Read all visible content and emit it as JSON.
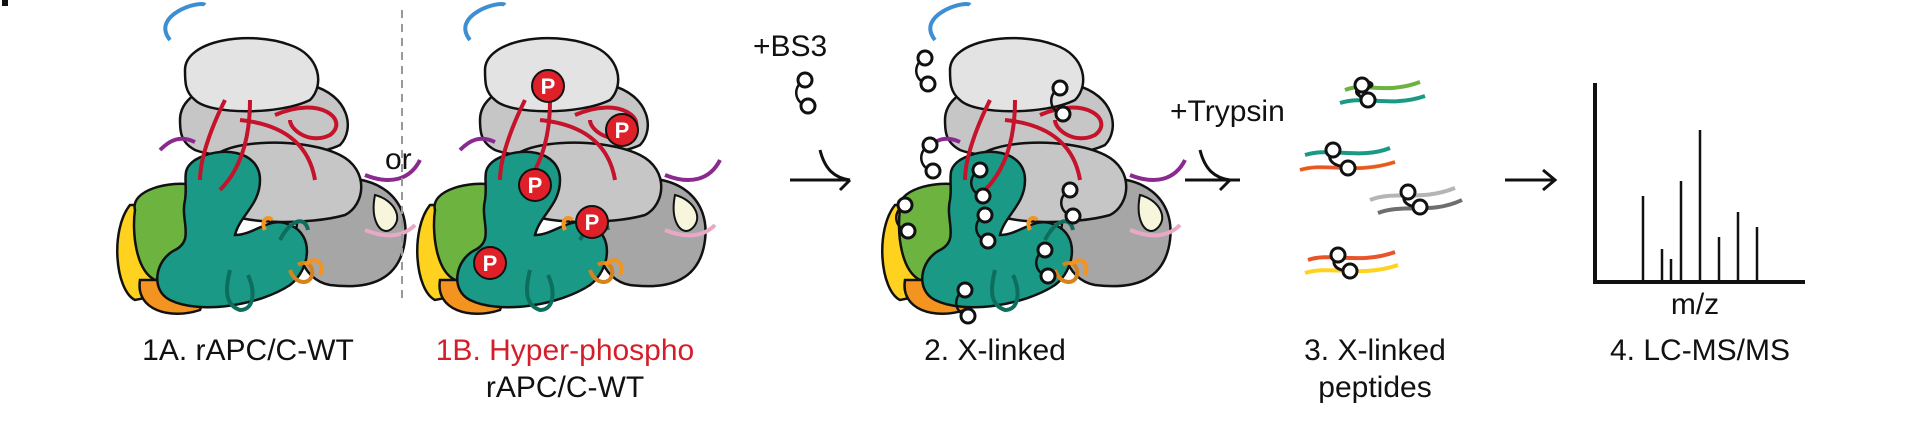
{
  "steps": {
    "s1a": {
      "label": "1A. rAPC/C-WT"
    },
    "or": "or",
    "s1b": {
      "label_line1": "1B. Hyper-phospho",
      "label_line2": "rAPC/C-WT",
      "phospho_marker": "P"
    },
    "bs3": "+BS3",
    "s2": {
      "label": "2. X-linked"
    },
    "trypsin": "+Trypsin",
    "s3": {
      "label_line1": "3. X-linked",
      "label_line2": "peptides"
    },
    "s4": {
      "label": "4. LC-MS/MS",
      "xlabel": "m/z"
    }
  },
  "colors": {
    "teal": "#1a9a86",
    "green": "#6db33f",
    "orange": "#f2941f",
    "yellow": "#ffd21f",
    "grey_light": "#e3e3e3",
    "grey_mid": "#c6c6c6",
    "grey_dark": "#a6a6a6",
    "cream": "#f7f6dc",
    "red_loop": "#c4132b",
    "blue": "#3d8fd1",
    "purple": "#8a2a8f",
    "pink": "#e9a9c6",
    "dark_teal": "#0d6e5e",
    "phospho_red": "#e02028"
  }
}
